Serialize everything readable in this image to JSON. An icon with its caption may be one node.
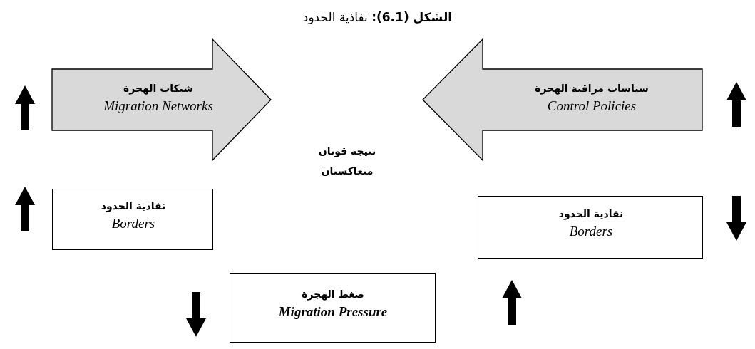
{
  "diagram": {
    "title": "**الشكل (6.1):** نفاذية الحدود",
    "nodes": [
      {
        "text": [
          "شبكات الهجرة",
          "Migration Networks"
        ]
      },
      {
        "text": [
          "سياسات مراقبة الهجرة",
          "Control Policies"
        ]
      },
      {
        "text": [
          "نفاذية الحدود",
          "Borders"
        ]
      },
      {
        "text": [
          "نفاذية الحدود",
          "Borders"
        ]
      },
      {
        "text": [
          "ضغط الهجرة",
          "Migration Pressure"
        ]
      }
    ],
    "labels": [
      "نتيجة قوتان متعاكستان"
    ]
  }
}
